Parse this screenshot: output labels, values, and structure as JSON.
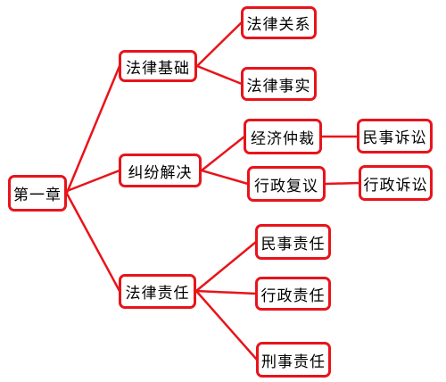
{
  "colors": {
    "line": "#e8141b",
    "border": "#e8141b",
    "background": "#ffffff",
    "text": "#000000"
  },
  "nodes": {
    "root": "第一章",
    "legal_basics": "法律基础",
    "legal_relations": "法律关系",
    "legal_facts": "法律事实",
    "dispute_resolution": "纠纷解决",
    "economic_arbitration": "经济仲裁",
    "civil_litigation": "民事诉讼",
    "admin_reconsideration": "行政复议",
    "admin_litigation": "行政诉讼",
    "legal_liability": "法律责任",
    "civil_liability": "民事责任",
    "admin_liability": "行政责任",
    "criminal_liability": "刑事责任"
  }
}
